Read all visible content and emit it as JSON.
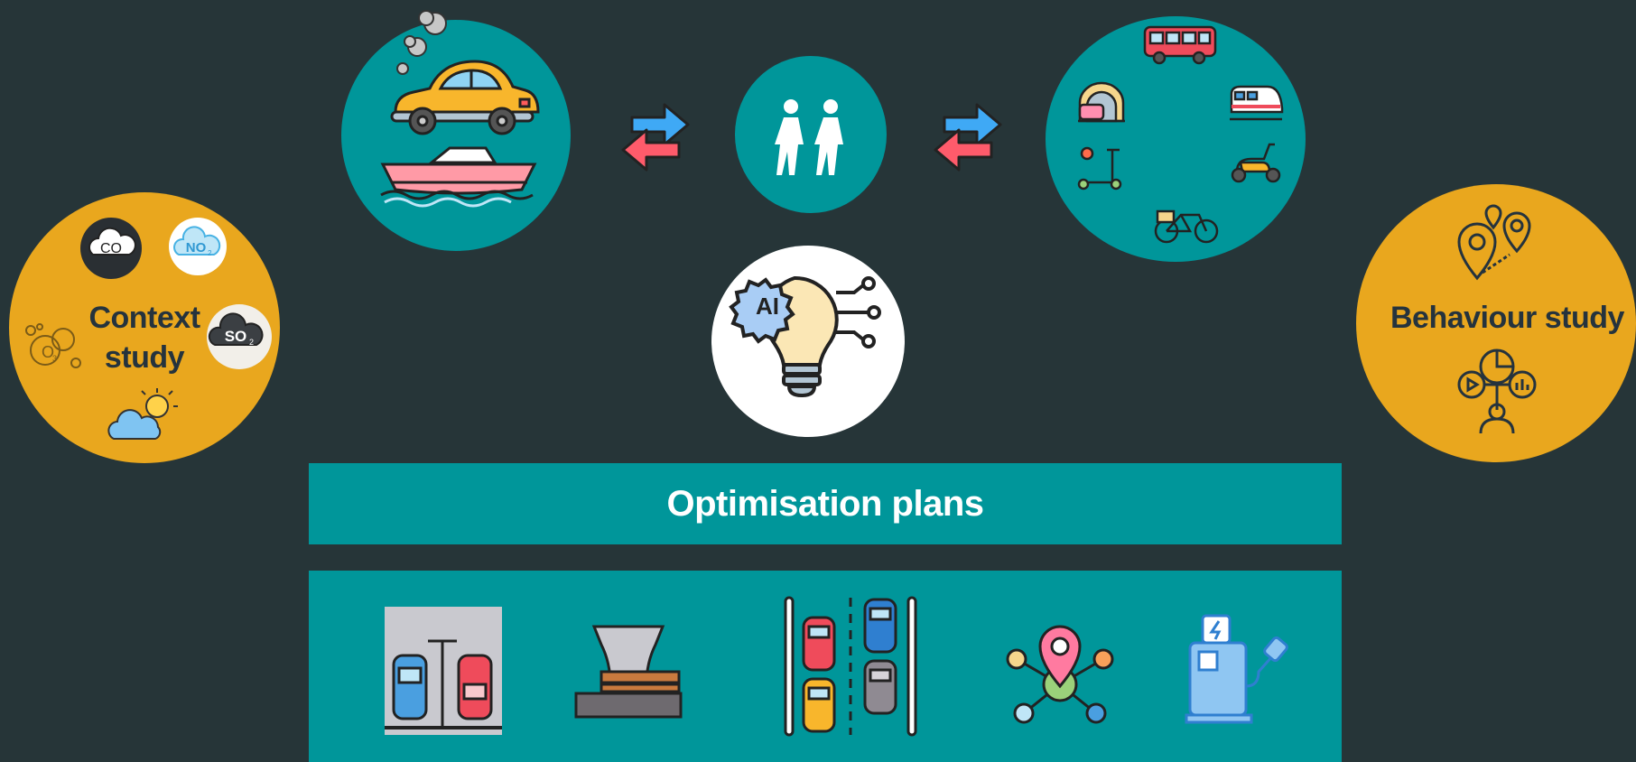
{
  "context": {
    "title_line1": "Context",
    "title_line2": "study",
    "badges": {
      "co": "CO",
      "no2": "NO",
      "no2_sub": "2",
      "so2": "SO",
      "so2_sub": "2",
      "o3": "O",
      "o3_sub": "3"
    }
  },
  "behaviour": {
    "title": "Behaviour study"
  },
  "optimisation": {
    "title": "Optimisation plans"
  },
  "ai": {
    "label": "AI"
  },
  "colors": {
    "background": "#263538",
    "teal": "#00969a",
    "gold": "#e9a71e",
    "dark_text": "#25333d",
    "arrow_blue": "#3fa9f5",
    "arrow_red": "#ff5b6b"
  }
}
